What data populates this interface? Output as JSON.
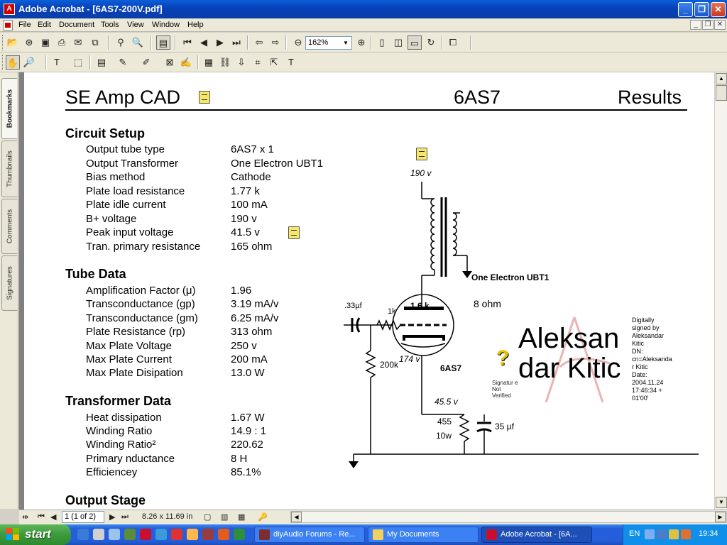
{
  "window": {
    "title": "Adobe Acrobat - [6AS7-200V.pdf]"
  },
  "menu": [
    "File",
    "Edit",
    "Document",
    "Tools",
    "View",
    "Window",
    "Help"
  ],
  "toolbar": {
    "zoom": "162%"
  },
  "side_tabs": [
    "Bookmarks",
    "Thumbnails",
    "Comments",
    "Signatures"
  ],
  "doc": {
    "header": {
      "left": "SE Amp CAD",
      "middle": "6AS7",
      "right": "Results"
    },
    "sections": [
      {
        "title": "Circuit Setup",
        "rows": [
          {
            "label": "Output tube type",
            "value": "6AS7 x 1"
          },
          {
            "label": "Output Transformer",
            "value": "One Electron UBT1"
          },
          {
            "label": "Bias method",
            "value": "Cathode"
          },
          {
            "label": "Plate load resistance",
            "value": "1.77 k"
          },
          {
            "label": "Plate idle current",
            "value": "100 mA"
          },
          {
            "label": "B+ voltage",
            "value": "190 v"
          },
          {
            "label": "Peak input voltage",
            "value": "41.5 v"
          },
          {
            "label": "Tran. primary resistance",
            "value": "165 ohm"
          }
        ]
      },
      {
        "title": "Tube Data",
        "rows": [
          {
            "label": "Amplification Factor (μ)",
            "value": "1.96"
          },
          {
            "label": "Transconductance (gp)",
            "value": "3.19 mA/v"
          },
          {
            "label": "Transconductance (gm)",
            "value": "6.25 mA/v"
          },
          {
            "label": "Plate Resistance (rp)",
            "value": "313 ohm"
          },
          {
            "label": "Max Plate Voltage",
            "value": "250 v"
          },
          {
            "label": "Max Plate Current",
            "value": "200 mA"
          },
          {
            "label": "Max Plate Disipation",
            "value": "13.0 W"
          }
        ]
      },
      {
        "title": "Transformer Data",
        "rows": [
          {
            "label": "Heat dissipation",
            "value": "1.67 W"
          },
          {
            "label": "Winding Ratio",
            "value": "14.9 : 1"
          },
          {
            "label": "Winding Ratio²",
            "value": "220.62"
          },
          {
            "label": "Primary nductance",
            "value": "8 H"
          },
          {
            "label": "Efficiencey",
            "value": "85.1%"
          }
        ]
      },
      {
        "title": "Output Stage",
        "rows": []
      }
    ],
    "schematic": {
      "b_plus": "190 v",
      "transformer": "One Electron UBT1",
      "primary": "1.6 k",
      "secondary": "8 ohm",
      "plate_v": "174 v",
      "tube": "6AS7",
      "coupling_cap": ".33µf",
      "grid_res": "1k",
      "grid_leak": "200k",
      "cathode_v": "45.5 v",
      "cathode_res": "455",
      "cathode_res_w": "10w",
      "cathode_cap": "35 µf"
    },
    "signature": {
      "name_line1": "Aleksan",
      "name_line2": "dar Kitic",
      "details": [
        "Digitally",
        "signed by",
        "Aleksandar",
        "Kitic",
        "DN:",
        "cn=Aleksanda",
        "r Kitic",
        "Date:",
        "2004.11.24",
        "17:46:34 +",
        "01'00'"
      ],
      "status": "Signatur e Not Verified"
    }
  },
  "status": {
    "page": "1 (1 of 2)",
    "size": "8.26 x 11.69 in"
  },
  "taskbar": {
    "start": "start",
    "tasks": [
      {
        "label": "diyAudio Forums - Re...",
        "active": false
      },
      {
        "label": "My Documents",
        "active": false
      },
      {
        "label": "Adobe Acrobat - [6A...",
        "active": true
      }
    ],
    "lang": "EN",
    "clock": "19:34"
  }
}
